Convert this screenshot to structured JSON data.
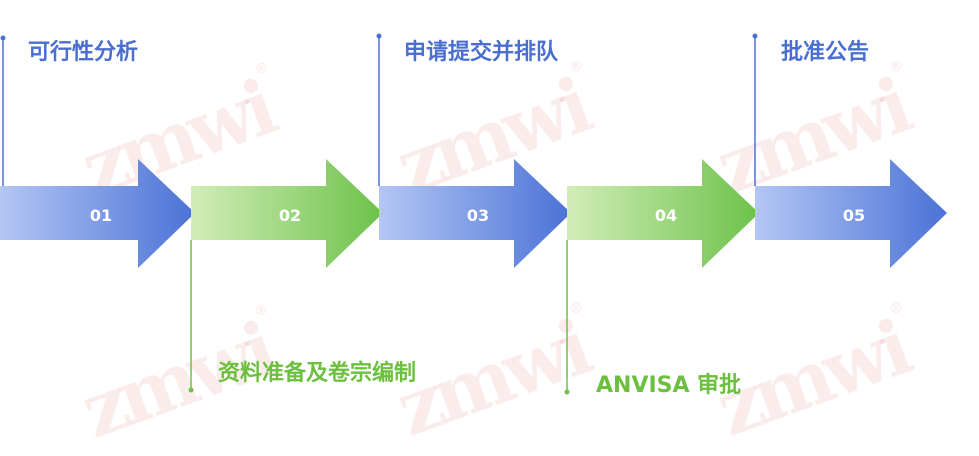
{
  "watermark": {
    "text": "zmwi",
    "mark": "®"
  },
  "steps": [
    {
      "number": "01",
      "label": "可行性分析"
    },
    {
      "number": "02",
      "label": "资料准备及卷宗编制"
    },
    {
      "number": "03",
      "label": "申请提交并排队"
    },
    {
      "number": "04",
      "label": "ANVISA 审批"
    },
    {
      "number": "05",
      "label": "批准公告"
    }
  ],
  "colors": {
    "blue_dark": "#4a72d6",
    "blue_light": "#b4c6f4",
    "green_dark": "#6cc24a",
    "green_light": "#d2edb8",
    "blue_text": "#4a6fd0",
    "green_text": "#6cbf3f"
  }
}
